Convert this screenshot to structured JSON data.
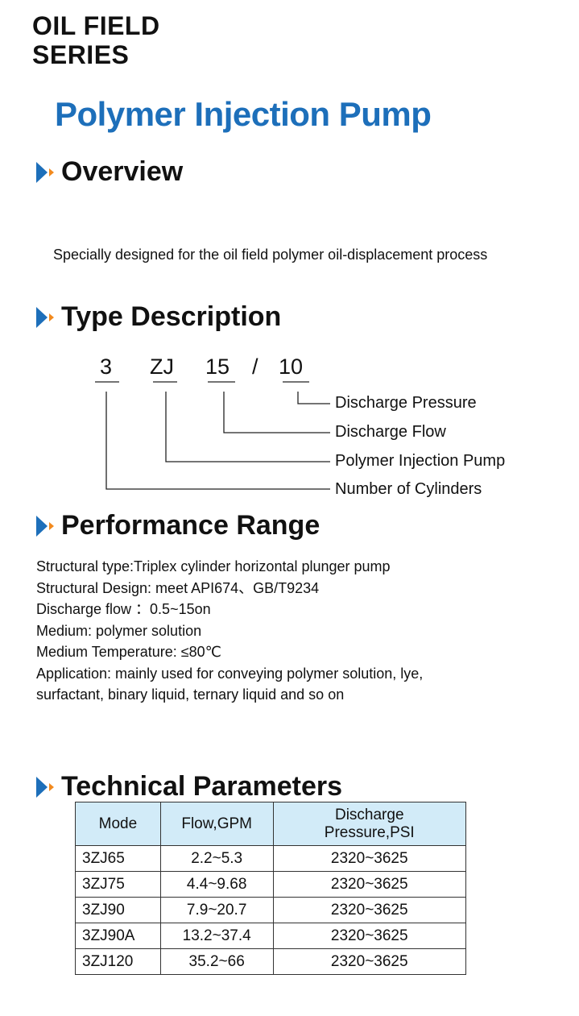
{
  "header": {
    "series_line1": "OIL FIELD",
    "series_line2": "SERIES",
    "product_title": "Polymer Injection Pump"
  },
  "sections": {
    "overview": "Overview",
    "type_description": "Type Description",
    "performance_range": "Performance Range",
    "technical_parameters": "Technical Parameters"
  },
  "overview_text": "Specially designed for the oil field polymer oil-displacement process",
  "type_code": {
    "parts": [
      "3",
      "ZJ",
      "15",
      "/",
      "10"
    ],
    "labels": [
      "Discharge Pressure",
      "Discharge Flow",
      "Polymer Injection Pump",
      "Number of Cylinders"
    ]
  },
  "performance": {
    "lines": [
      "Structural type:Triplex cylinder horizontal plunger pump",
      "Structural Design: meet API674、GB/T9234",
      "Discharge flow ：0.5~15on",
      "Medium: polymer solution",
      "Medium Temperature: ≤80℃",
      "Application: mainly used for conveying polymer solution, lye, surfactant, binary liquid, ternary liquid and so on"
    ]
  },
  "table": {
    "headers": [
      "Mode",
      "Flow,GPM",
      "Discharge Pressure,PSI"
    ],
    "rows": [
      [
        "3ZJ65",
        "2.2~5.3",
        "2320~3625"
      ],
      [
        "3ZJ75",
        "4.4~9.68",
        "2320~3625"
      ],
      [
        "3ZJ90",
        "7.9~20.7",
        "2320~3625"
      ],
      [
        "3ZJ90A",
        "13.2~37.4",
        "2320~3625"
      ],
      [
        "3ZJ120",
        "35.2~66",
        "2320~3625"
      ]
    ]
  },
  "colors": {
    "title_blue": "#1d6fba",
    "bullet_blue": "#1d6fba",
    "bullet_orange": "#f28a1e",
    "table_header_bg": "#d2ebf8"
  }
}
